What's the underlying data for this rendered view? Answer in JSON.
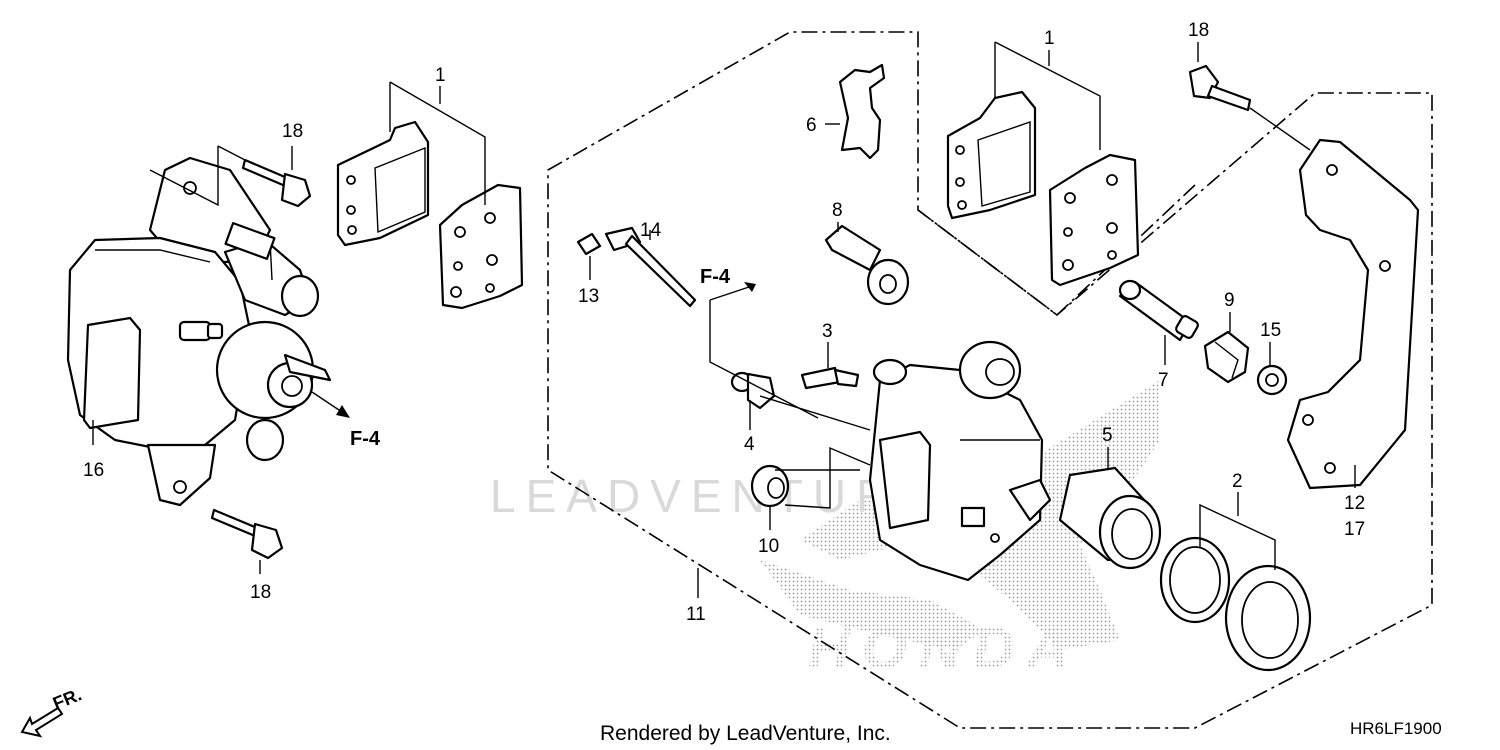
{
  "diagram": {
    "callouts": {
      "pads_left": "1",
      "bolt_left_top": "18",
      "bolt_left_bottom": "18",
      "caliper_left": "16",
      "pads_right": "1",
      "bolt_right": "18",
      "clip": "6",
      "slide_pin_upper": "8",
      "boot_cap": "13",
      "pad_pin": "14",
      "bleed_valve": "3",
      "bleed_cap": "4",
      "slide_pin_boot": "10",
      "caliper_assembly": "11",
      "piston": "5",
      "slide_pin_lower": "7",
      "boot_9": "9",
      "ring_15": "15",
      "seal_set": "2",
      "bracket_a": "12",
      "bracket_b": "17"
    },
    "references": {
      "left": "F-4",
      "center": "F-4"
    },
    "direction_label": "FR.",
    "footer_credit": "Rendered by LeadVenture, Inc.",
    "diagram_code": "HR6LF1900",
    "watermark_text": "LEADVENTURE",
    "brand_watermark": "HONDA"
  }
}
